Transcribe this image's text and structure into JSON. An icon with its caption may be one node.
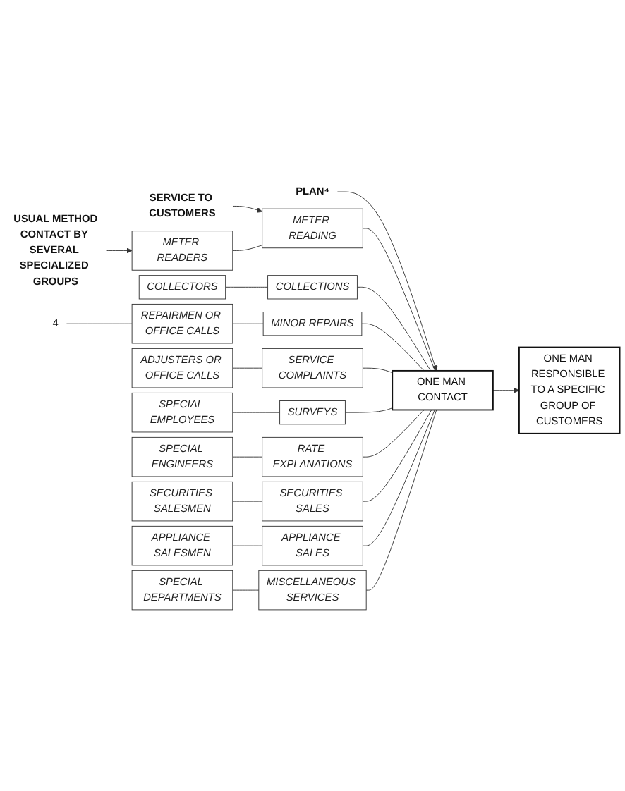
{
  "diagram": {
    "nodes": [
      {
        "text": [
          "USUAL METHOD",
          "CONTACT BY SEVERAL SPECIALIZED GROUPS"
        ]
      },
      {
        "text": [
          "SERVICE TO CUSTOMERS"
        ]
      },
      {
        "text": [
          "PLAN⁴"
        ]
      },
      {
        "text": [
          "METER READERS"
        ]
      },
      {
        "text": [
          "COLLECTORS"
        ]
      },
      {
        "text": [
          "REPAIRMEN OR OFFICE CALLS"
        ]
      },
      {
        "text": [
          "ADJUSTERS OR OFFICE CALLS"
        ]
      },
      {
        "text": [
          "SPECIAL EMPLOYEES"
        ]
      },
      {
        "text": [
          "SPECIAL ENGINEERS"
        ]
      },
      {
        "text": [
          "SECURITIES SALESMEN"
        ]
      },
      {
        "text": [
          "APPLIANCE SALESMEN"
        ]
      },
      {
        "text": [
          "SPECIAL DEPARTMENTS"
        ]
      },
      {
        "text": [
          "METER READING"
        ]
      },
      {
        "text": [
          "COLLECTIONS"
        ]
      },
      {
        "text": [
          "MINOR REPAIRS"
        ]
      },
      {
        "text": [
          "SERVICE COMPLAINTS"
        ]
      },
      {
        "text": [
          "SURVEYS"
        ]
      },
      {
        "text": [
          "RATE EXPLANATIONS"
        ]
      },
      {
        "text": [
          "SECURITIES SALES"
        ]
      },
      {
        "text": [
          "APPLIANCE SALES"
        ]
      },
      {
        "text": [
          "MISCELLANEOUS SERVICES"
        ]
      },
      {
        "text": [
          "ONE MAN CONTACT"
        ]
      },
      {
        "text": [
          "ONE MAN RESPONSIBLE TO A SPECIFIC GROUP OF CUSTOMERS"
        ]
      },
      {
        "text": [
          "4"
        ]
      }
    ],
    "edges": [
      {
        "from": 0,
        "to": 3,
        "arrow": "to"
      },
      {
        "from": 1,
        "to": 12,
        "arrow": "to"
      },
      {
        "from": 2,
        "to": 21,
        "arrow": "to"
      },
      {
        "from": 3,
        "to": 12,
        "arrow": "none"
      },
      {
        "from": 4,
        "to": 13,
        "arrow": "none"
      },
      {
        "from": 5,
        "to": 14,
        "arrow": "none"
      },
      {
        "from": 6,
        "to": 15,
        "arrow": "none"
      },
      {
        "from": 7,
        "to": 16,
        "arrow": "none"
      },
      {
        "from": 8,
        "to": 17,
        "arrow": "none"
      },
      {
        "from": 9,
        "to": 18,
        "arrow": "none"
      },
      {
        "from": 10,
        "to": 19,
        "arrow": "none"
      },
      {
        "from": 11,
        "to": 20,
        "arrow": "none"
      },
      {
        "from": 12,
        "to": 21,
        "arrow": "none"
      },
      {
        "from": 13,
        "to": 21,
        "arrow": "none"
      },
      {
        "from": 14,
        "to": 21,
        "arrow": "none"
      },
      {
        "from": 15,
        "to": 21,
        "arrow": "none"
      },
      {
        "from": 16,
        "to": 21,
        "arrow": "none"
      },
      {
        "from": 17,
        "to": 21,
        "arrow": "none"
      },
      {
        "from": 18,
        "to": 21,
        "arrow": "none"
      },
      {
        "from": 19,
        "to": 21,
        "arrow": "none"
      },
      {
        "from": 20,
        "to": 21,
        "arrow": "none"
      },
      {
        "from": 21,
        "to": 22,
        "arrow": "to"
      },
      {
        "from": 23,
        "to": 5,
        "arrow": "none"
      }
    ]
  }
}
